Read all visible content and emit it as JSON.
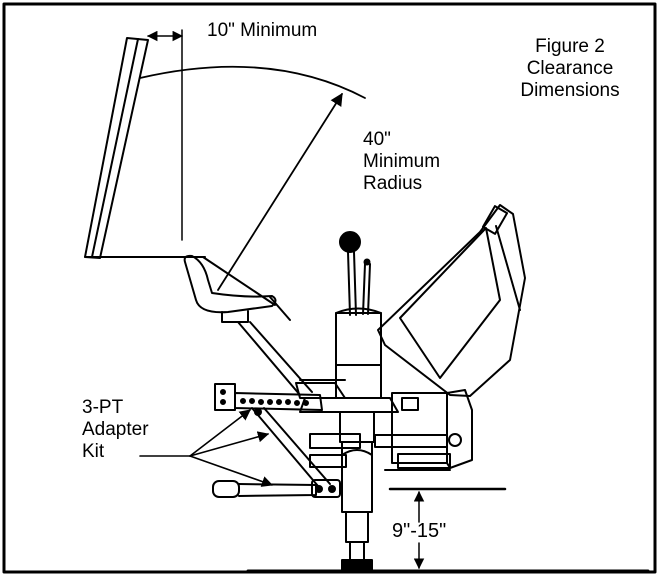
{
  "figure": {
    "title_line1": "Figure 2",
    "title_line2": "Clearance",
    "title_line3": "Dimensions"
  },
  "dimensions": {
    "horizontal_clearance": "10\"  Minimum",
    "radius_value": "40\"",
    "radius_line2": "Minimum",
    "radius_line3": "Radius",
    "height_range": "9\"-15\""
  },
  "callout": {
    "line1": "3-PT",
    "line2": "Adapter",
    "line3": "Kit"
  },
  "colors": {
    "ink": "#000000",
    "background": "#ffffff"
  }
}
